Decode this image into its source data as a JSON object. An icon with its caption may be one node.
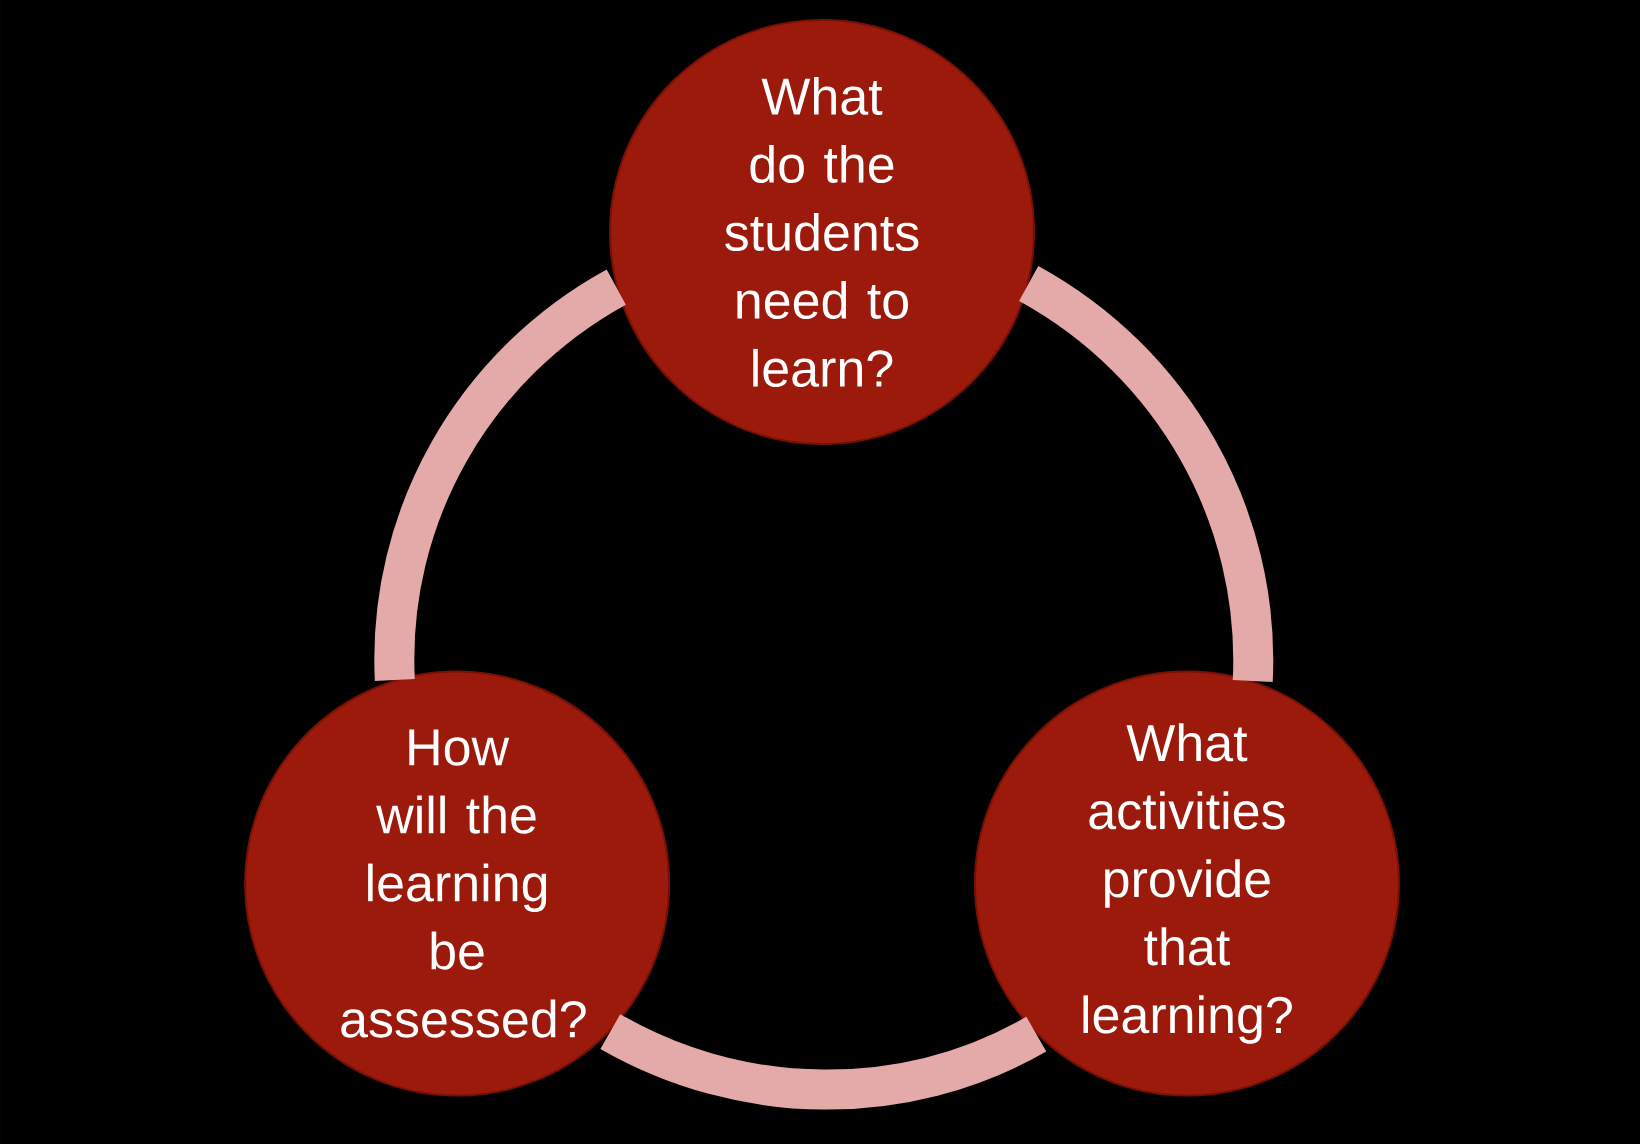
{
  "diagram": {
    "nodes": [
      {
        "text": [
          "What do the students need to learn?"
        ]
      },
      {
        "text": [
          "How will the learning be assessed?"
        ]
      },
      {
        "text": [
          "What activities provide that learning?"
        ]
      }
    ],
    "edges": [
      {
        "from": 0,
        "to": 2,
        "arrow": "none"
      },
      {
        "from": 2,
        "to": 1,
        "arrow": "none"
      },
      {
        "from": 1,
        "to": 0,
        "arrow": "none"
      }
    ]
  }
}
